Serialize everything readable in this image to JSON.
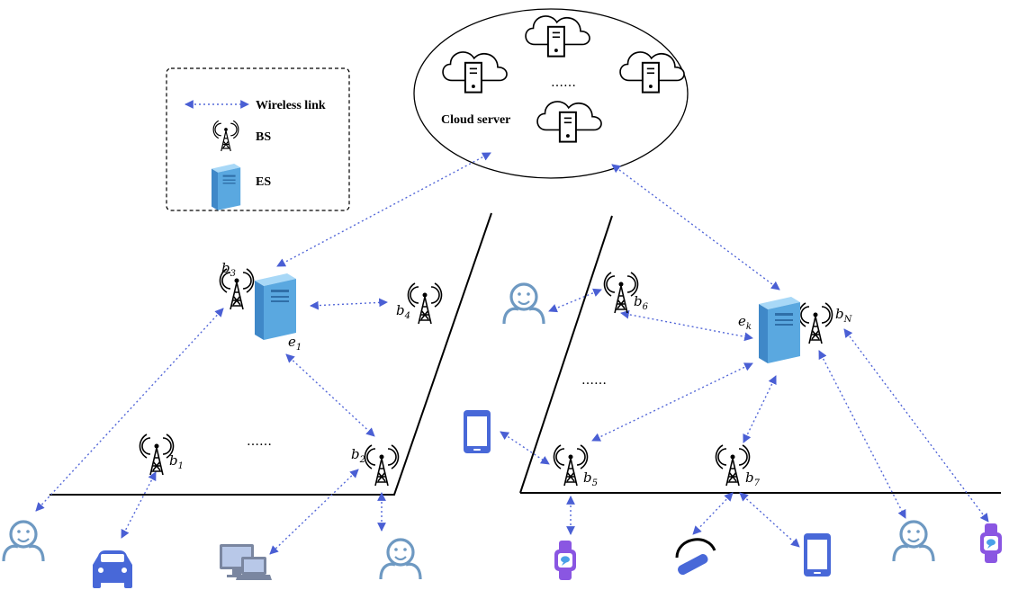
{
  "legend": {
    "wireless_link": "Wireless link",
    "bs": "BS",
    "es": "ES"
  },
  "cloud": {
    "label": "Cloud server",
    "ellipsis": "……"
  },
  "ellipsis_left": "……",
  "ellipsis_right": "……",
  "labels": {
    "b3": {
      "base": "b",
      "sub": "3"
    },
    "b4": {
      "base": "b",
      "sub": "4"
    },
    "e1": {
      "base": "e",
      "sub": "1"
    },
    "b1": {
      "base": "b",
      "sub": "1"
    },
    "b2": {
      "base": "b",
      "sub": "2"
    },
    "b6": {
      "base": "b",
      "sub": "6"
    },
    "ek": {
      "base": "e",
      "sub": "k"
    },
    "bN": {
      "base": "b",
      "sub": "N"
    },
    "b5": {
      "base": "b",
      "sub": "5"
    },
    "b7": {
      "base": "b",
      "sub": "7"
    }
  },
  "colors": {
    "link": "#5468d8",
    "user": "#6e99c2",
    "device": "#4868d8",
    "watch": "#8a56e2",
    "server": "#5aa8e0"
  }
}
